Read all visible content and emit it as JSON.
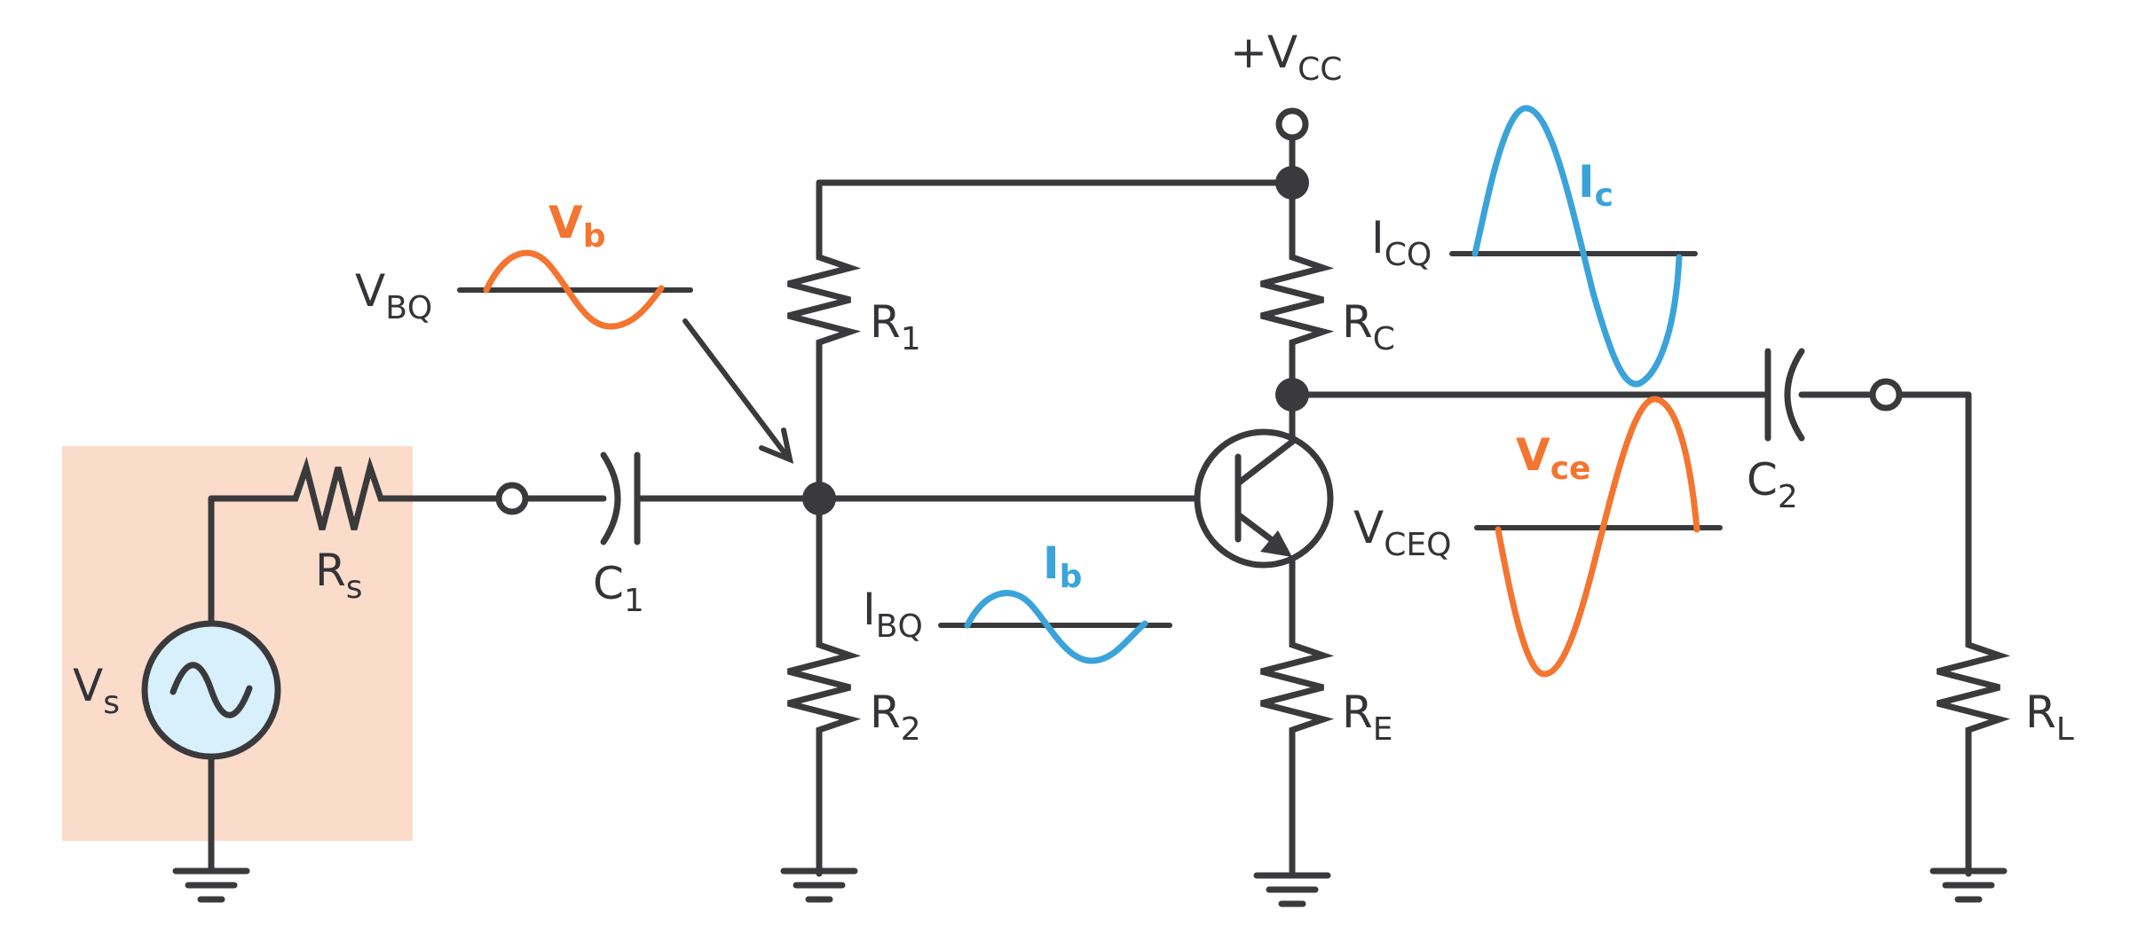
{
  "colors": {
    "wire": "#3a3a3c",
    "ac_wave": "#f47530",
    "current_wave": "#3aa3da",
    "source_box": "#fbdccb",
    "source_fill": "#d7f0fc"
  },
  "labels": {
    "vcc": {
      "main": "+V",
      "sub": "CC"
    },
    "r1": {
      "main": "R",
      "sub": "1"
    },
    "r2": {
      "main": "R",
      "sub": "2"
    },
    "rc": {
      "main": "R",
      "sub": "C"
    },
    "re": {
      "main": "R",
      "sub": "E"
    },
    "rl": {
      "main": "R",
      "sub": "L"
    },
    "rs": {
      "main": "R",
      "sub": "s"
    },
    "vs": {
      "main": "V",
      "sub": "s"
    },
    "c1": {
      "main": "C",
      "sub": "1"
    },
    "c2": {
      "main": "C",
      "sub": "2"
    },
    "vbq": {
      "main": "V",
      "sub": "BQ"
    },
    "vb": {
      "main": "V",
      "sub": "b"
    },
    "ibq": {
      "main": "I",
      "sub": "BQ"
    },
    "ib": {
      "main": "I",
      "sub": "b"
    },
    "icq": {
      "main": "I",
      "sub": "CQ"
    },
    "ic": {
      "main": "I",
      "sub": "c"
    },
    "vceq": {
      "main": "V",
      "sub": "CEQ"
    },
    "vce": {
      "main": "V",
      "sub": "ce"
    }
  },
  "icons": {
    "ac_source": "sine-source-icon",
    "ground": "ground-icon",
    "transistor": "npn-transistor-icon"
  }
}
